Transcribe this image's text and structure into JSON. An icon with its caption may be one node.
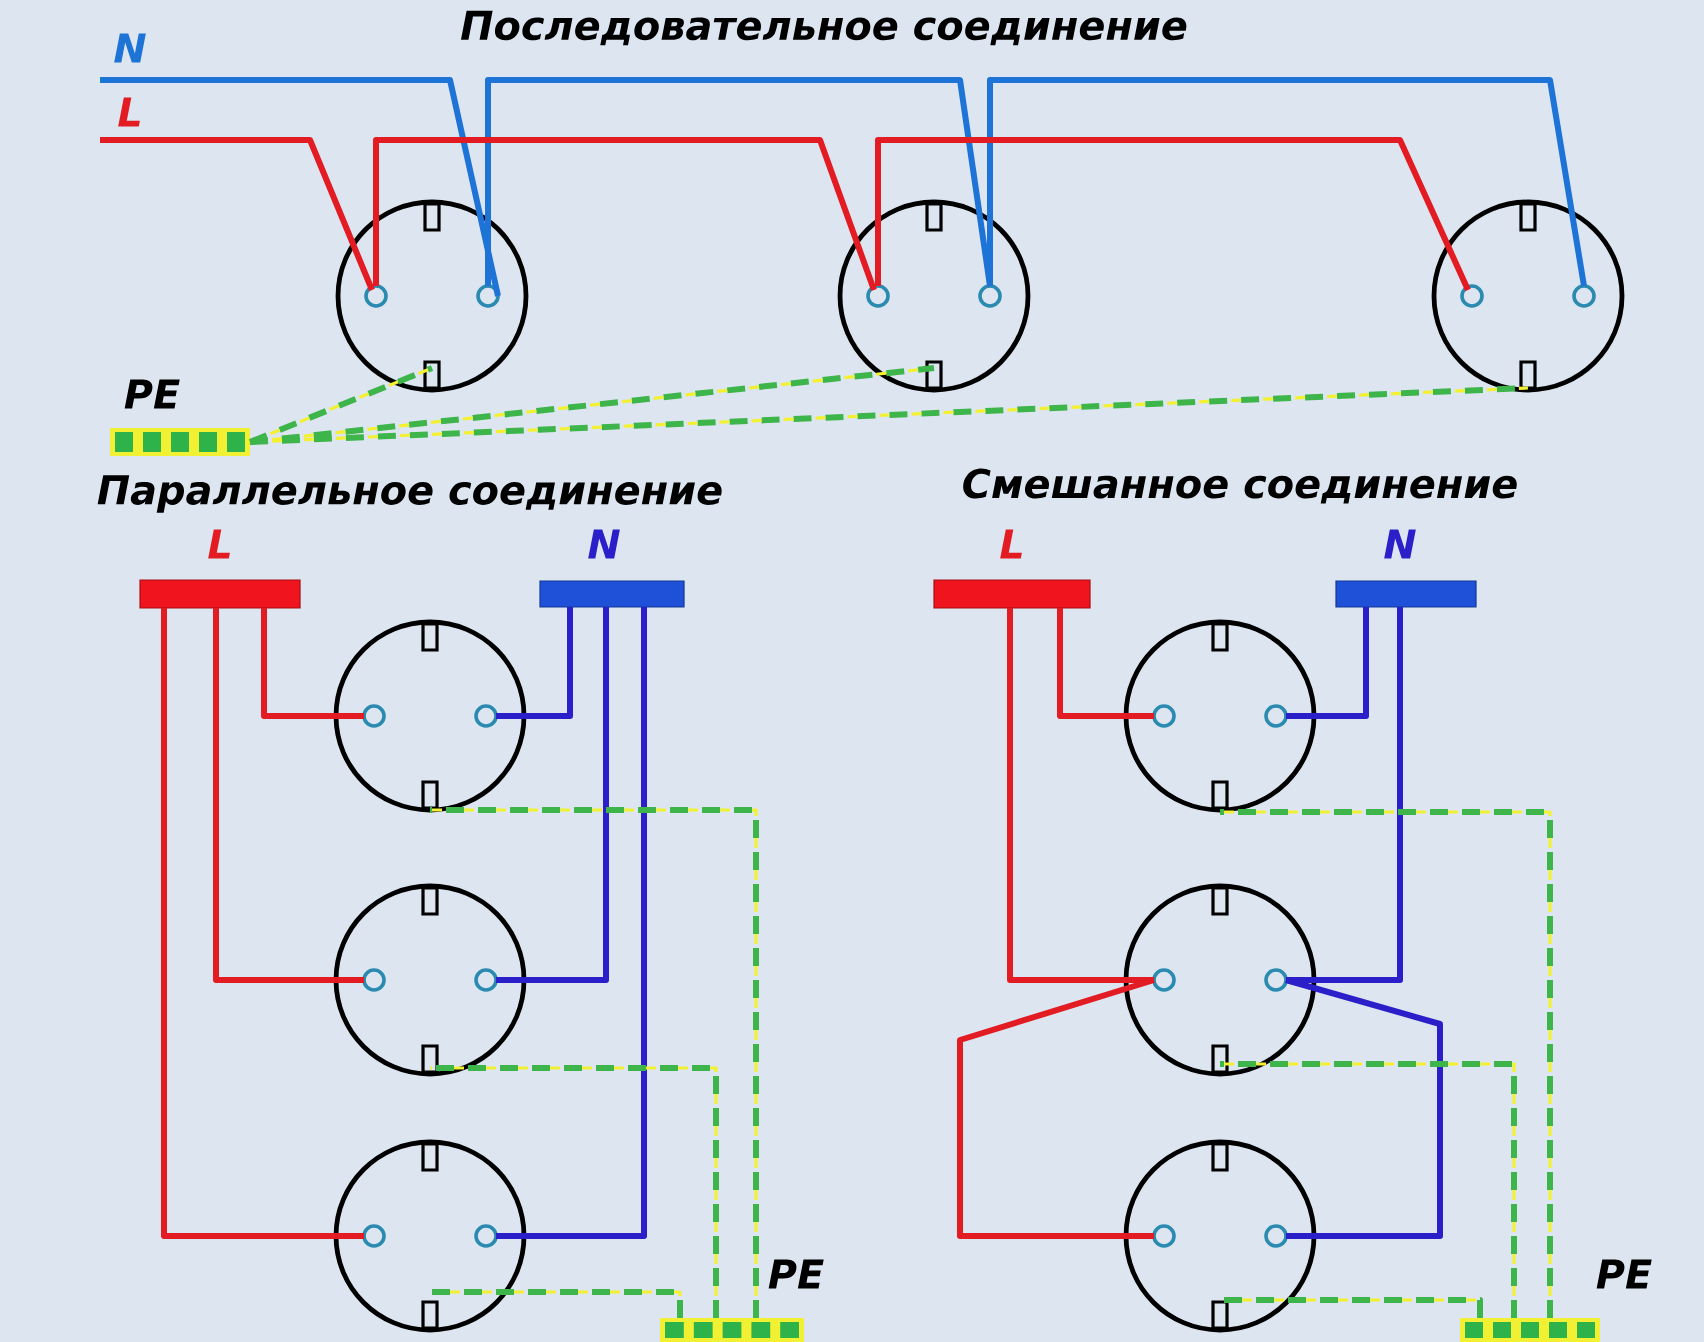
{
  "diagram": {
    "nodes": [
      {
        "text": [
          "N"
        ]
      },
      {
        "text": [
          "L"
        ]
      },
      {
        "text": [
          "PE"
        ]
      },
      {
        "text": [],
        "shape": "circle"
      },
      {
        "text": [],
        "shape": "circle"
      },
      {
        "text": [],
        "shape": "circle"
      },
      {
        "text": [
          "L"
        ]
      },
      {
        "text": [
          "N"
        ]
      },
      {
        "text": [],
        "shape": "circle"
      },
      {
        "text": [],
        "shape": "circle"
      },
      {
        "text": [],
        "shape": "circle"
      },
      {
        "text": [
          "PE"
        ]
      },
      {
        "text": [
          "L"
        ]
      },
      {
        "text": [
          "N"
        ]
      },
      {
        "text": [],
        "shape": "circle"
      },
      {
        "text": [],
        "shape": "circle"
      },
      {
        "text": [],
        "shape": "circle"
      },
      {
        "text": [
          "PE"
        ]
      }
    ],
    "edges": [
      {
        "from": 0,
        "to": 3,
        "arrow": "none",
        "color": "#1e73d6"
      },
      {
        "from": 3,
        "to": 4,
        "arrow": "none",
        "color": "#1e73d6"
      },
      {
        "from": 4,
        "to": 5,
        "arrow": "none",
        "color": "#1e73d6"
      },
      {
        "from": 1,
        "to": 3,
        "arrow": "none",
        "color": "#e31b23"
      },
      {
        "from": 3,
        "to": 4,
        "arrow": "none",
        "color": "#e31b23"
      },
      {
        "from": 4,
        "to": 5,
        "arrow": "none",
        "color": "#e31b23"
      },
      {
        "from": 2,
        "to": 3,
        "arrow": "none",
        "style": "dashed",
        "color": "#3db54a"
      },
      {
        "from": 2,
        "to": 4,
        "arrow": "none",
        "style": "dashed",
        "color": "#3db54a"
      },
      {
        "from": 2,
        "to": 5,
        "arrow": "none",
        "style": "dashed",
        "color": "#3db54a"
      },
      {
        "from": 6,
        "to": 8,
        "arrow": "none",
        "color": "#e31b23"
      },
      {
        "from": 6,
        "to": 9,
        "arrow": "none",
        "color": "#e31b23"
      },
      {
        "from": 6,
        "to": 10,
        "arrow": "none",
        "color": "#e31b23"
      },
      {
        "from": 7,
        "to": 8,
        "arrow": "none",
        "color": "#2b1fc9"
      },
      {
        "from": 7,
        "to": 9,
        "arrow": "none",
        "color": "#2b1fc9"
      },
      {
        "from": 7,
        "to": 10,
        "arrow": "none",
        "color": "#2b1fc9"
      },
      {
        "from": 11,
        "to": 8,
        "arrow": "none",
        "style": "dashed",
        "color": "#3db54a"
      },
      {
        "from": 11,
        "to": 9,
        "arrow": "none",
        "style": "dashed",
        "color": "#3db54a"
      },
      {
        "from": 11,
        "to": 10,
        "arrow": "none",
        "style": "dashed",
        "color": "#3db54a"
      },
      {
        "from": 12,
        "to": 14,
        "arrow": "none",
        "color": "#e31b23"
      },
      {
        "from": 12,
        "to": 15,
        "arrow": "none",
        "color": "#e31b23"
      },
      {
        "from": 15,
        "to": 16,
        "arrow": "none",
        "color": "#e31b23"
      },
      {
        "from": 13,
        "to": 14,
        "arrow": "none",
        "color": "#2b1fc9"
      },
      {
        "from": 13,
        "to": 15,
        "arrow": "none",
        "color": "#2b1fc9"
      },
      {
        "from": 15,
        "to": 16,
        "arrow": "none",
        "color": "#2b1fc9"
      },
      {
        "from": 17,
        "to": 14,
        "arrow": "none",
        "style": "dashed",
        "color": "#3db54a"
      },
      {
        "from": 17,
        "to": 15,
        "arrow": "none",
        "style": "dashed",
        "color": "#3db54a"
      },
      {
        "from": 17,
        "to": 16,
        "arrow": "none",
        "style": "dashed",
        "color": "#3db54a"
      }
    ],
    "labels": [
      "Последовательное соединение",
      "Параллельное соединение",
      "Смешанное соединение"
    ]
  }
}
